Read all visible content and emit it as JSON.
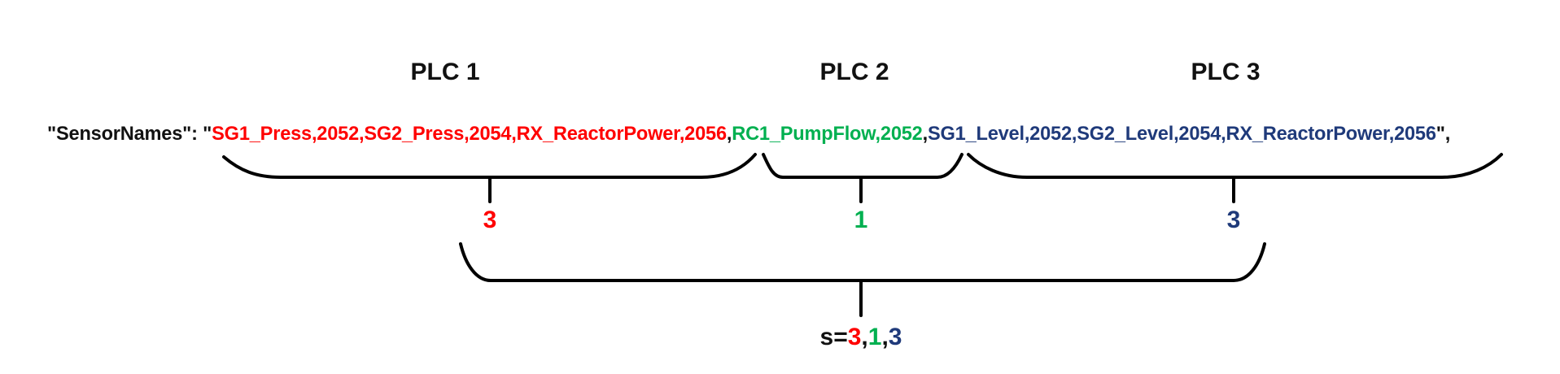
{
  "plc_headers": [
    "PLC 1",
    "PLC 2",
    "PLC 3"
  ],
  "sensor_line": {
    "prefix": "\"SensorNames\": \"",
    "segment_1": "SG1_Press,2052,SG2_Press,2054,RX_ReactorPower,2056",
    "sep_1": ",",
    "segment_2": "RC1_PumpFlow,2052",
    "sep_2": ",",
    "segment_3": "SG1_Level,2052,SG2_Level,2054,RX_ReactorPower,2056",
    "suffix": "\","
  },
  "counts": [
    "3",
    "1",
    "3"
  ],
  "result": {
    "prefix": "s=",
    "v1": "3",
    "c1": ",",
    "v2": "1",
    "c2": ",",
    "v3": "3"
  },
  "colors": {
    "plc1": "#ff0000",
    "plc2": "#00b050",
    "plc3": "#1f3a7a",
    "text": "#111111"
  }
}
